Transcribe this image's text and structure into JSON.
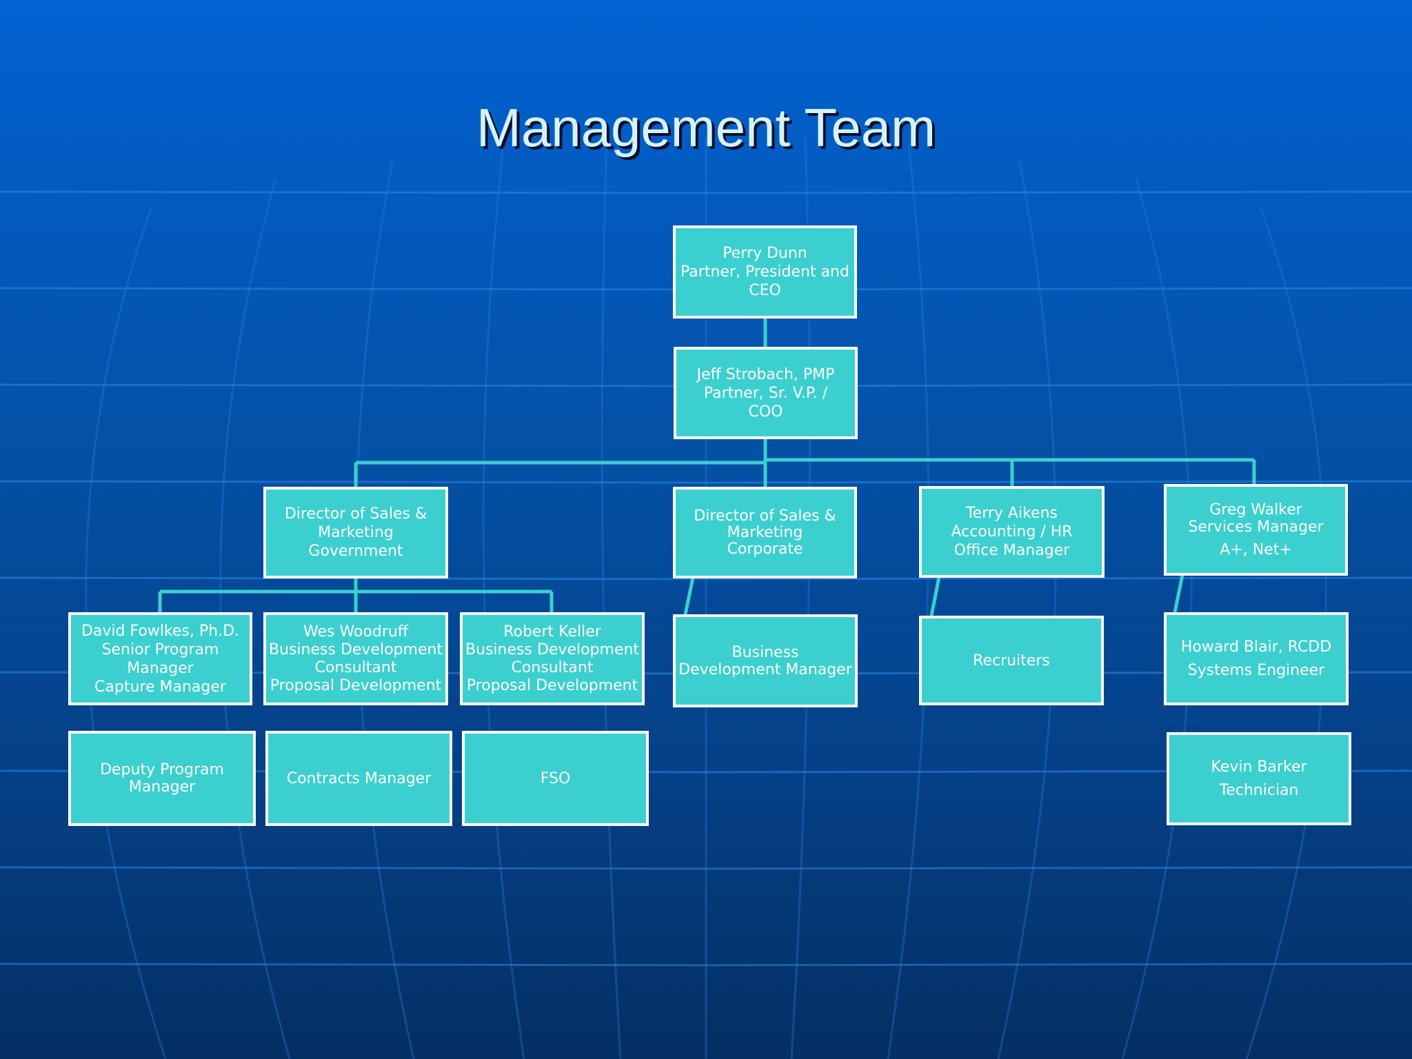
{
  "title": "Management Team",
  "colors": {
    "background_top": "#0262d2",
    "background_bottom": "#042f63",
    "box_fill": "#3ccfcf",
    "box_border": "#ffffff",
    "connector": "#3ccfcf",
    "title_text": "#d6f3fb"
  },
  "org": {
    "ceo": [
      "Perry Dunn",
      "Partner, President and",
      "CEO"
    ],
    "coo": [
      "Jeff Strobach, PMP",
      "Partner, Sr. V.P. /",
      "COO"
    ],
    "director_government": [
      "Director of Sales &",
      "Marketing",
      "Government"
    ],
    "director_corporate": [
      "Director of  Sales &",
      "Marketing",
      "Corporate"
    ],
    "accounting": [
      "Terry Aikens",
      "Accounting / HR",
      "Office Manager"
    ],
    "services": [
      "Greg Walker",
      "Services Manager",
      "A+, Net+"
    ],
    "senior_program": [
      "David  Fowlkes, Ph.D.",
      "Senior Program",
      "Manager",
      "Capture Manager"
    ],
    "bd_woodruff": [
      "Wes Woodruff",
      "Business Development",
      "Consultant",
      "Proposal Development"
    ],
    "bd_keller": [
      "Robert Keller",
      "Business Development",
      "Consultant",
      "Proposal Development"
    ],
    "bd_manager": [
      "Business",
      "Development Manager"
    ],
    "recruiters": [
      "Recruiters"
    ],
    "systems_engineer": [
      "Howard Blair, RCDD",
      "Systems Engineer"
    ],
    "deputy_program": [
      "Deputy Program",
      "Manager"
    ],
    "contracts": [
      "Contracts Manager"
    ],
    "fso": [
      "FSO"
    ],
    "technician": [
      "Kevin Barker",
      "Technician"
    ]
  }
}
